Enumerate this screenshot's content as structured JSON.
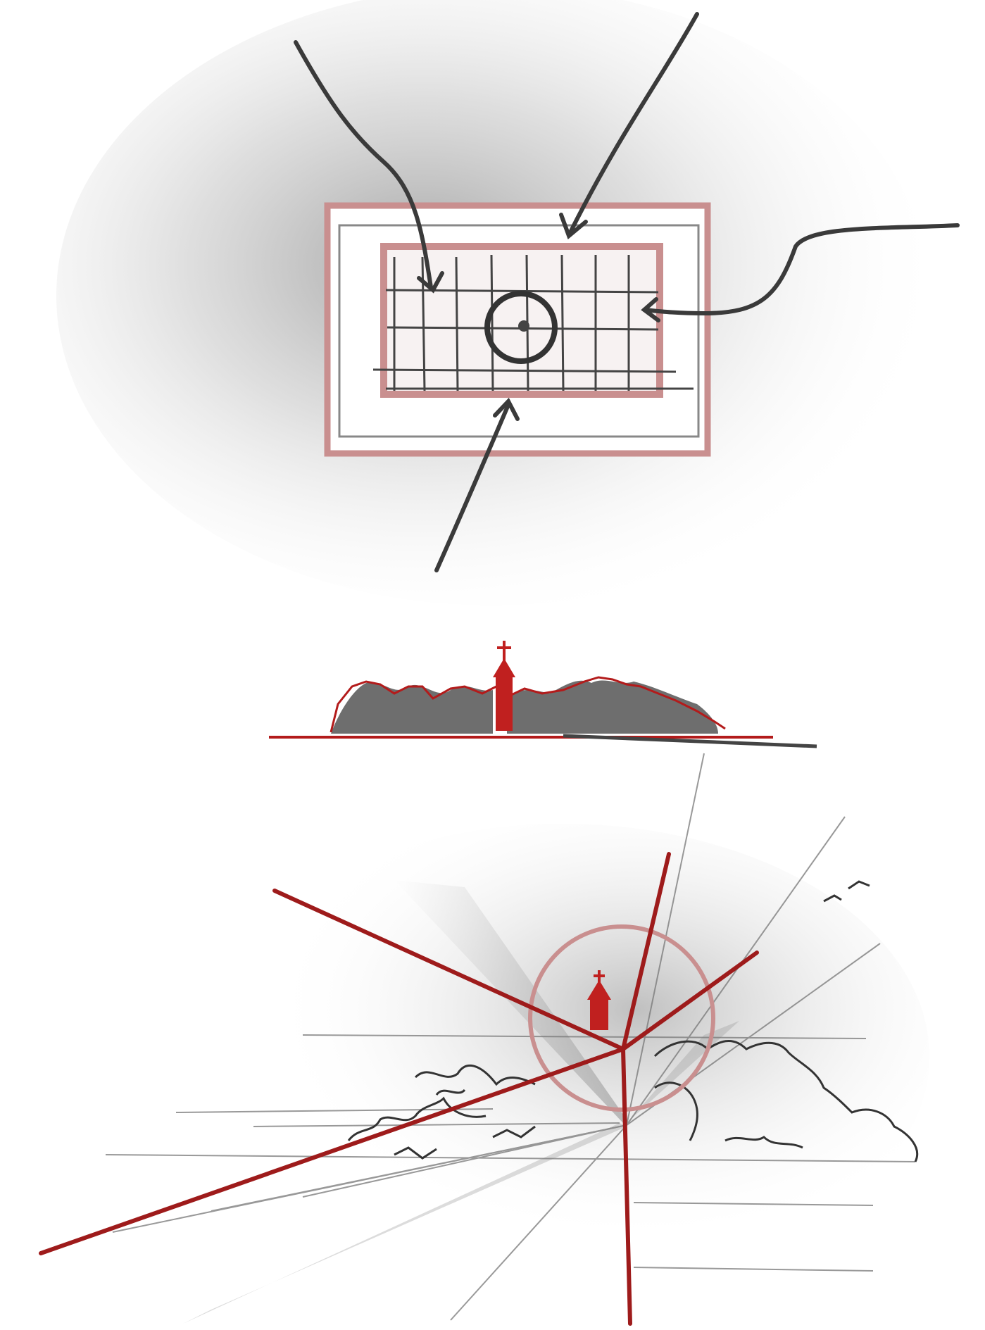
{
  "figure": {
    "panels": [
      {
        "id": "focal-framing",
        "kind": "sketch",
        "description_hidden": true
      },
      {
        "id": "skyline-silhouette",
        "kind": "sketch"
      },
      {
        "id": "converging-lines",
        "kind": "sketch"
      }
    ],
    "colors": {
      "pencil": "#3a3a3a",
      "accent_red": "#b31b1b",
      "frame_red": "#c98f8f",
      "shadow_grey": "#cfcfcf",
      "paper": "#ffffff"
    },
    "icons": {
      "spire": "church-spire-icon",
      "focal_point": "focal-circle-icon",
      "birds": "birds-icon"
    }
  }
}
